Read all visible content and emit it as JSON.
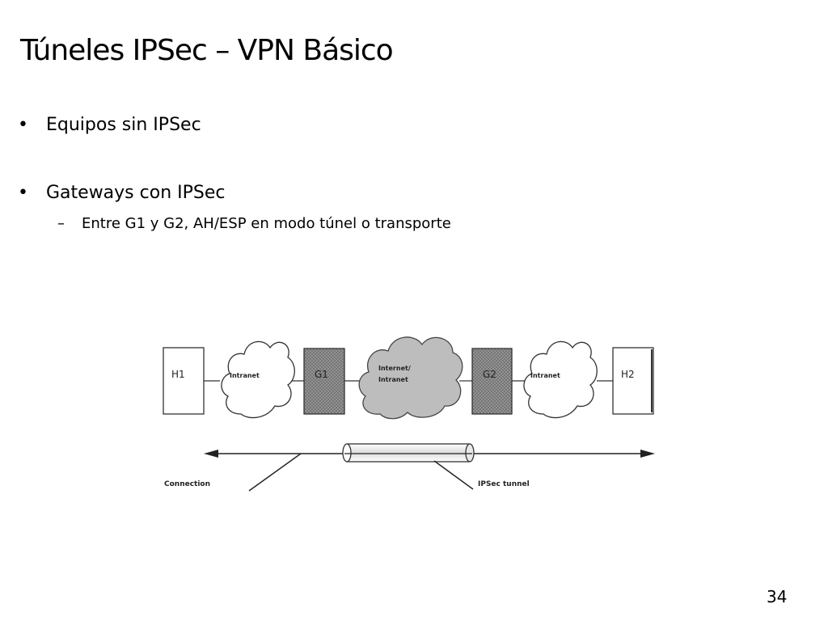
{
  "slide": {
    "title": "Túneles IPSec – VPN Básico",
    "page_number": "34"
  },
  "bullets": [
    {
      "marker": "•",
      "text": "Equipos sin IPSec"
    },
    {
      "marker": "•",
      "text": "Gateways con IPSec"
    }
  ],
  "sub_bullets": [
    {
      "marker": "–",
      "text": "Entre G1 y G2, AH/ESP en modo túnel o transporte"
    }
  ],
  "diagram": {
    "host_left": "H1",
    "host_right": "H2",
    "intranet_left": "Intranet",
    "intranet_right": "Intranet",
    "gateway_left": "G1",
    "gateway_right": "G2",
    "internet_line1": "Internet/",
    "internet_line2": "Intranet",
    "connection_label": "Connection",
    "tunnel_label": "IPSec tunnel"
  },
  "colors": {
    "gateway_fill": "#8c8c8c",
    "cloud_center_fill": "#b8b8b8",
    "outline": "#333333"
  }
}
